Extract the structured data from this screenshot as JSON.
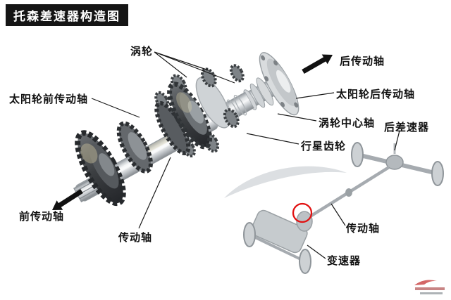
{
  "title": "托森差速器构造图",
  "labels": {
    "worm_wheel": "涡轮",
    "rear_drive_shaft": "后传动轴",
    "sun_wheel_front_shaft": "太阳轮前传动轴",
    "sun_wheel_rear_shaft": "太阳轮后传动轴",
    "worm_wheel_center_shaft": "涡轮中心轴",
    "planet_gear": "行星齿轮",
    "rear_differential": "后差速器",
    "front_drive_shaft": "前传动轴",
    "drive_shaft_main": "传动轴",
    "drive_shaft_mini": "传动轴",
    "transmission": "变速器"
  },
  "colors": {
    "title_bg": "#151515",
    "title_text": "#ffffff",
    "label_text": "#111111",
    "annotation_red": "#e11212"
  }
}
